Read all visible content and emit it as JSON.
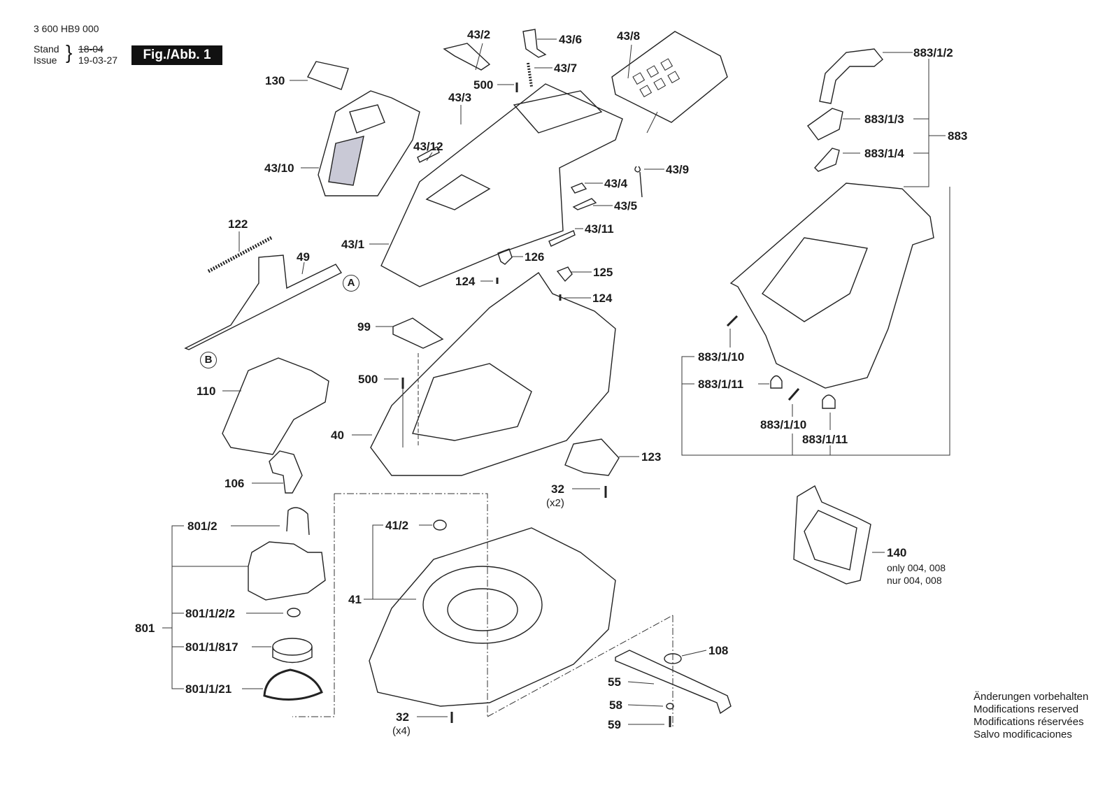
{
  "header": {
    "document_number": "3 600 HB9 000",
    "stand_label": "Stand",
    "issue_label": "Issue",
    "old_date": "18-04",
    "issue_date": "19-03-27",
    "figure_label": "Fig./Abb. 1"
  },
  "callouts": {
    "c43_2": "43/2",
    "c43_6": "43/6",
    "c43_7": "43/7",
    "c43_8": "43/8",
    "c500a": "500",
    "c43_3": "43/3",
    "c130": "130",
    "c43_10": "43/10",
    "c43_12": "43/12",
    "c43_9": "43/9",
    "c43_4": "43/4",
    "c43_5": "43/5",
    "c43_11": "43/11",
    "c43_1": "43/1",
    "c122": "122",
    "c49": "49",
    "c126": "126",
    "c125": "125",
    "c124a": "124",
    "c124b": "124",
    "c99": "99",
    "c500b": "500",
    "c110": "110",
    "c40": "40",
    "c123": "123",
    "c32a": "32",
    "c32a_qty": "(x2)",
    "c106": "106",
    "c801_2": "801/2",
    "c801": "801",
    "c801_1_2_2": "801/1/2/2",
    "c801_1_817": "801/1/817",
    "c801_1_21": "801/1/21",
    "c41_2": "41/2",
    "c41": "41",
    "c32b": "32",
    "c32b_qty": "(x4)",
    "c108": "108",
    "c55": "55",
    "c58": "58",
    "c59": "59",
    "c883_1_2": "883/1/2",
    "c883_1_3": "883/1/3",
    "c883": "883",
    "c883_1_4": "883/1/4",
    "c883_1_10a": "883/1/10",
    "c883_1_11a": "883/1/11",
    "c883_1_10b": "883/1/10",
    "c883_1_11b": "883/1/11",
    "c140": "140",
    "c140_note1": "only 004, 008",
    "c140_note2": "nur 004, 008",
    "ref_a": "A",
    "ref_b": "B"
  },
  "footer": {
    "lines": [
      "Änderungen vorbehalten",
      "Modifications reserved",
      "Modifications réservées",
      "Salvo modificaciones"
    ]
  }
}
